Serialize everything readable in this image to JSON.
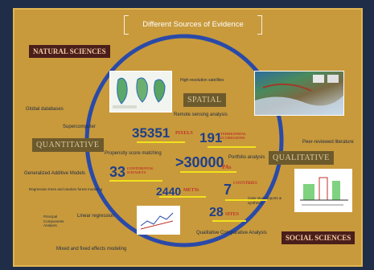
{
  "title": "Different Sources of Evidence",
  "sections": {
    "natural": "NATURAL SCIENCES",
    "social": "SOCIAL SCIENCES",
    "quantitative": "QUANTITATIVE",
    "qualitative": "QUALITATIVE",
    "spatial": "SPATIAL"
  },
  "methods": {
    "global_databases": "Global databases",
    "supercomputer": "Supercomputer",
    "gam": "Generalized Additive Models",
    "regression_trees": "Regression trees and random forest modeling",
    "pca": "Principal Components Analysis",
    "linear_regression": "Linear regression",
    "mixed_models": "Mixed and fixed effects modeling",
    "high_res_satellites": "High-resolution satellites",
    "remote_sensing": "Remote sensing analysis",
    "propensity": "Propensity score matching",
    "portfolio": "Portfolio analysis",
    "peer_review": "Peer-reviewed literature",
    "case_study": "Case study reports & synthesis",
    "qca": "Qualitative Comparative Analysis"
  },
  "stats": [
    {
      "value": "35351",
      "unit": "PIXELS"
    },
    {
      "value": "191",
      "unit": "TERRESTRIAL ECOREGIONS"
    },
    {
      "value": ">30000",
      "unit": "PAs"
    },
    {
      "value": "33",
      "unit": "CONTINENTAL DATASETS"
    },
    {
      "value": "2440",
      "unit": "METTs"
    },
    {
      "value": "7",
      "unit": "COUNTRIES"
    },
    {
      "value": "28",
      "unit": "SITES"
    }
  ],
  "colors": {
    "background": "#1f2d48",
    "board": "#c89a3c",
    "ring": "#2a4aa8",
    "number": "#1e3f8a",
    "unit": "#c0322a",
    "underline": "#f2e21c"
  }
}
